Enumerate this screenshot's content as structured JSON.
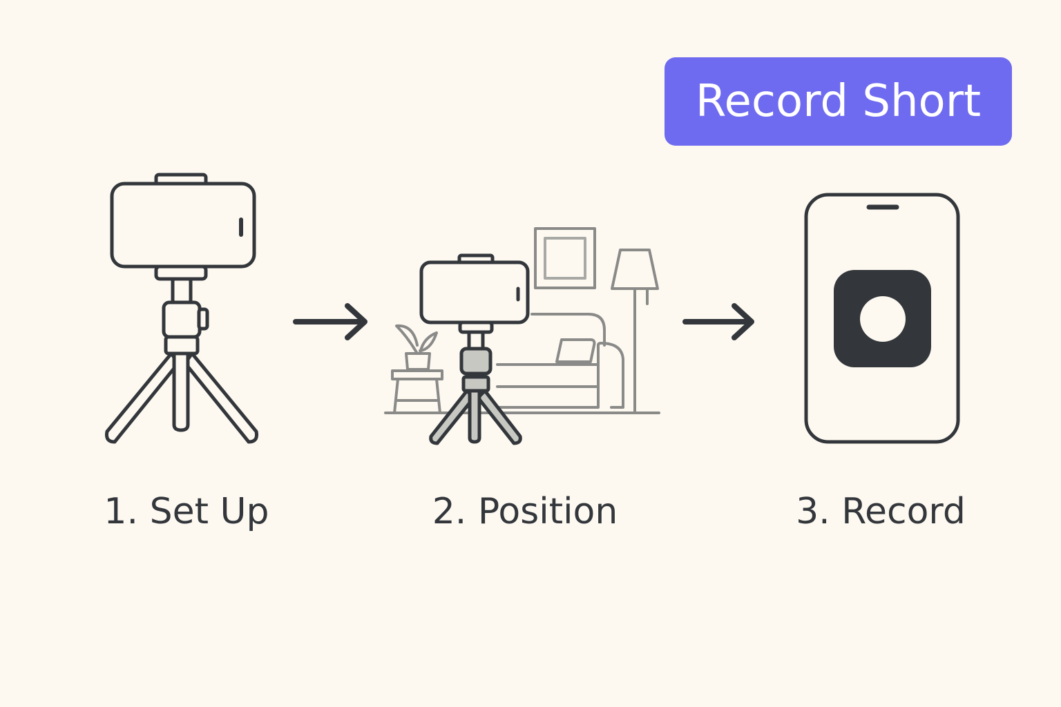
{
  "header": {
    "record_button_label": "Record Short"
  },
  "steps": [
    {
      "label": "1. Set Up",
      "icon": "phone-on-tripod-icon"
    },
    {
      "label": "2. Position",
      "icon": "tripod-in-living-room-icon"
    },
    {
      "label": "3. Record",
      "icon": "phone-record-button-icon"
    }
  ],
  "colors": {
    "background": "#fdf9f1",
    "accent": "#6f6bf0",
    "ink": "#33373b",
    "muted_ink": "#8a8a88",
    "record_button_fill": "#33373b"
  }
}
